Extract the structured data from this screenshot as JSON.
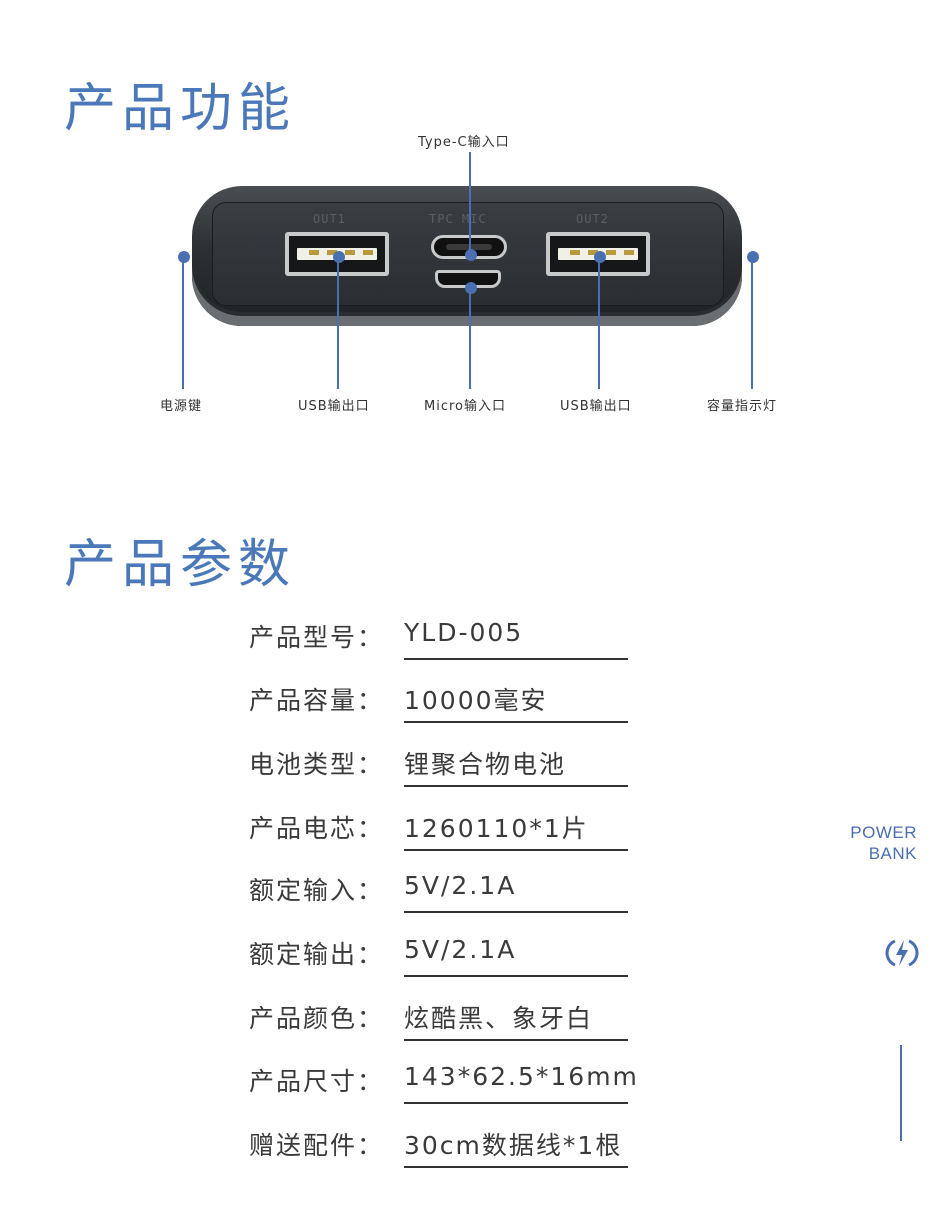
{
  "sections": {
    "functions_title": "产品功能",
    "params_title": "产品参数"
  },
  "device": {
    "port_labels": {
      "out1": "OUT1",
      "typec_micro": "TPC  MIC",
      "out2": "OUT2"
    },
    "callouts": {
      "typec": "Type-C输入口",
      "power": "电源键",
      "usb1": "USB输出口",
      "micro": "Micro输入口",
      "usb2": "USB输出口",
      "indicator": "容量指示灯"
    }
  },
  "params": [
    {
      "key": "产品型号：",
      "value": "YLD-005"
    },
    {
      "key": "产品容量：",
      "value": "10000毫安"
    },
    {
      "key": "电池类型：",
      "value": "锂聚合物电池"
    },
    {
      "key": "产品电芯：",
      "value": "1260110*1片"
    },
    {
      "key": "额定输入：",
      "value": "5V/2.1A"
    },
    {
      "key": "额定输出：",
      "value": "5V/2.1A"
    },
    {
      "key": "产品颜色：",
      "value": "炫酷黑、象牙白"
    },
    {
      "key": "产品尺寸：",
      "value": "143*62.5*16mm"
    },
    {
      "key": "赠送配件：",
      "value": "30cm数据线*1根"
    }
  ],
  "side": {
    "line1": "POWER",
    "line2": "BANK",
    "icon": "lightning-bolt-icon"
  },
  "colors": {
    "accent": "#4a6fb0",
    "title": "#4a78b8",
    "text": "#3a3a3a"
  }
}
